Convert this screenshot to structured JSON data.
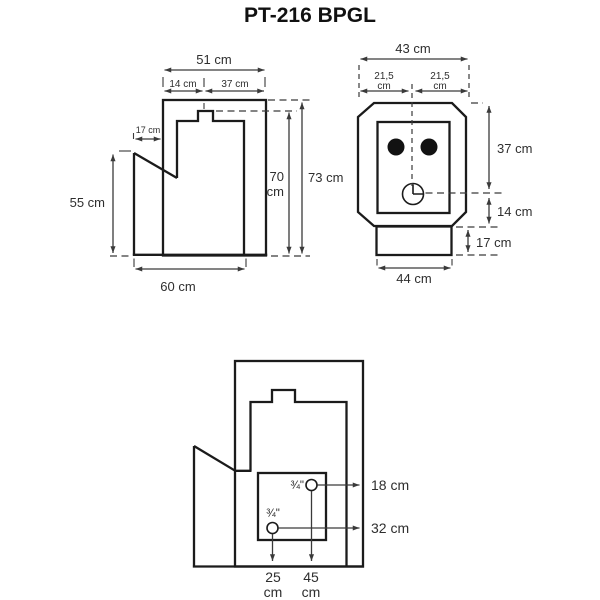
{
  "title": "PT-216 BPGL",
  "colors": {
    "background": "#ffffff",
    "outline": "#1b1b1b",
    "dimension_lines": "#3a3a3a",
    "text": "#2e2e2e",
    "hole_fill": "#121212"
  },
  "side_view": {
    "total_width": "51 cm",
    "front_section_width": "14 cm",
    "rear_section_width": "37 cm",
    "hopper_depth": "17 cm",
    "hopper_height": "55 cm",
    "body_height_value": "70",
    "body_height_unit": "cm",
    "total_height": "73 cm",
    "base_depth": "60 cm"
  },
  "front_view": {
    "total_width": "43 cm",
    "left_half_value": "21,5",
    "left_half_unit": "cm",
    "right_half_value": "21,5",
    "right_half_unit": "cm",
    "upper_height": "37 cm",
    "lower_height": "14 cm",
    "base_height": "17 cm",
    "base_width": "44 cm"
  },
  "connections_view": {
    "upper_fitting": "¾\"",
    "lower_fitting": "¾\"",
    "upper_connection_height": "18 cm",
    "lower_connection_height": "32 cm",
    "left_offset_value": "25",
    "left_offset_unit": "cm",
    "right_offset_value": "45",
    "right_offset_unit": "cm"
  }
}
